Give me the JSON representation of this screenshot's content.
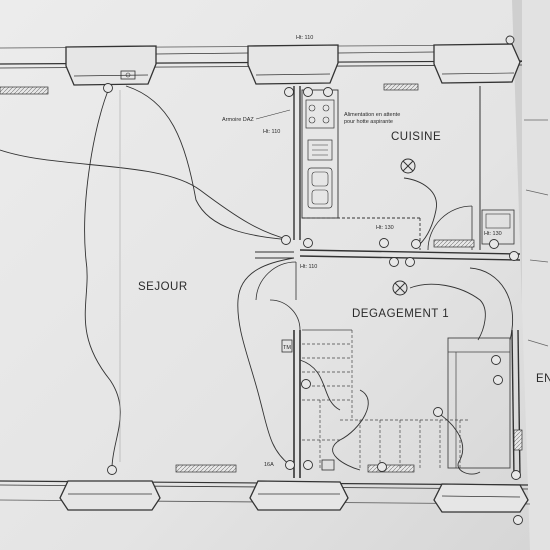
{
  "plan": {
    "rooms": {
      "sejour": "SEJOUR",
      "cuisine": "CUISINE",
      "degagement": "DEGAGEMENT 1",
      "partial": "EN"
    },
    "annotations": {
      "ht_top": "Ht: 110",
      "ht_kitchen": "Ht: 110",
      "ht_passage": "Ht: 110",
      "ht_counter": "Ht: 130",
      "ht_right": "Ht: 130",
      "armoire": "Armoire DAZ",
      "alimentation_1": "Alimentation en attente",
      "alimentation_2": "pour hotte aspirante",
      "gaine_left": "TM",
      "socket_note": "16A"
    }
  }
}
